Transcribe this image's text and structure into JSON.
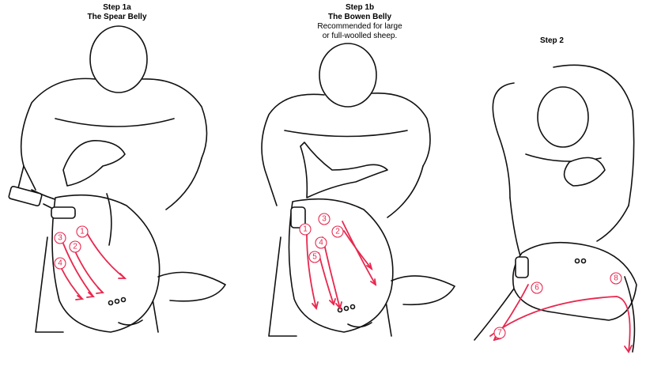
{
  "colors": {
    "accent": "#e8284f",
    "ink": "#111111"
  },
  "panels": [
    {
      "title_line1": "Step 1a",
      "title_line2": "The Spear Belly",
      "subtitle_line1": "",
      "subtitle_line2": "",
      "steps": [
        "1",
        "2",
        "3",
        "4"
      ]
    },
    {
      "title_line1": "Step 1b",
      "title_line2": "The Bowen Belly",
      "subtitle_line1": "Recommended for large",
      "subtitle_line2": "or full-woolled sheep.",
      "steps": [
        "1",
        "2",
        "3",
        "4",
        "5"
      ]
    },
    {
      "title_line1": "Step 2",
      "title_line2": "",
      "subtitle_line1": "",
      "subtitle_line2": "",
      "steps": [
        "6",
        "7",
        "8"
      ]
    }
  ]
}
